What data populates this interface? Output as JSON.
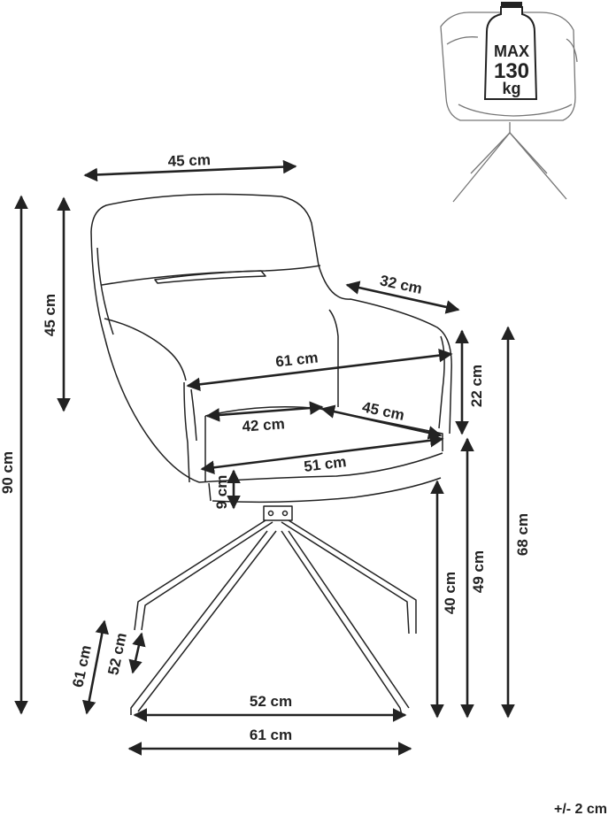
{
  "dimensions": {
    "backrest_width": "45 cm",
    "backrest_height": "45 cm",
    "total_height": "90 cm",
    "armrest_depth": "32 cm",
    "seat_width_outer": "61 cm",
    "armrest_height": "22 cm",
    "seat_width_inner": "42 cm",
    "seat_depth": "45 cm",
    "seat_front_width": "51 cm",
    "seat_thickness": "9 cm",
    "seat_height": "40 cm",
    "armrest_floor_height": "49 cm",
    "arm_top_height": "68 cm",
    "base_depth_outer": "61 cm",
    "base_depth_inner": "52 cm",
    "base_width_inner": "52 cm",
    "base_width_outer": "61 cm"
  },
  "load_badge": {
    "line1": "MAX",
    "line2": "130",
    "line3": "kg"
  },
  "tolerance": "+/- 2 cm",
  "colors": {
    "line": "#222222",
    "background": "#ffffff",
    "thumb": "#777777"
  },
  "icons": [
    "weight-icon",
    "chair-thumbnail-icon"
  ]
}
